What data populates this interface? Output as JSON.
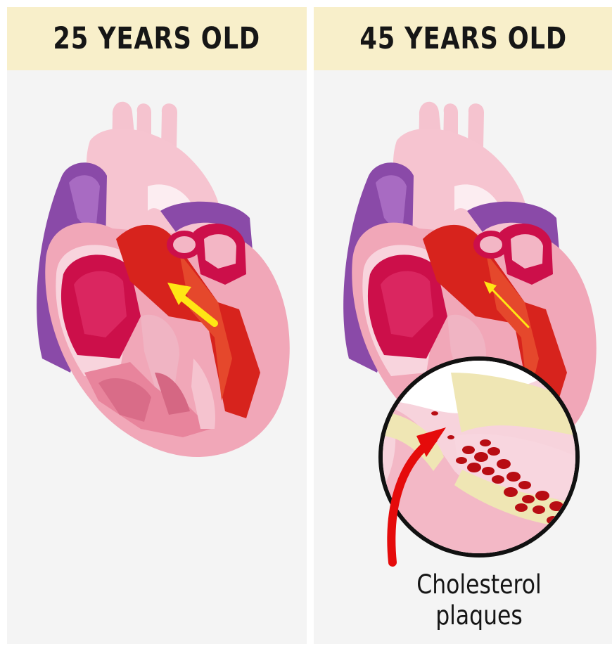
{
  "panels": [
    {
      "title": "25 YEARS OLD"
    },
    {
      "title": "45 YEARS OLD",
      "caption_line1": "Cholesterol",
      "caption_line2": "plaques"
    }
  ],
  "colors": {
    "header_bg": "#f8efca",
    "panel_bg": "#f4f4f4",
    "heart_pink": "#f1a7b8",
    "chamber_red": "#cc0f4a",
    "artery_red": "#d7231d",
    "vein_purple": "#8a4aa8",
    "arrow_yellow": "#ffe614",
    "plaque_cream": "#efe6b4",
    "blood_cell_red": "#b80d13",
    "pointer_red": "#e50b0b"
  },
  "icons": [
    "heart-illustration",
    "blood-flow-arrow",
    "artery-magnifier",
    "pointer-arrow"
  ]
}
